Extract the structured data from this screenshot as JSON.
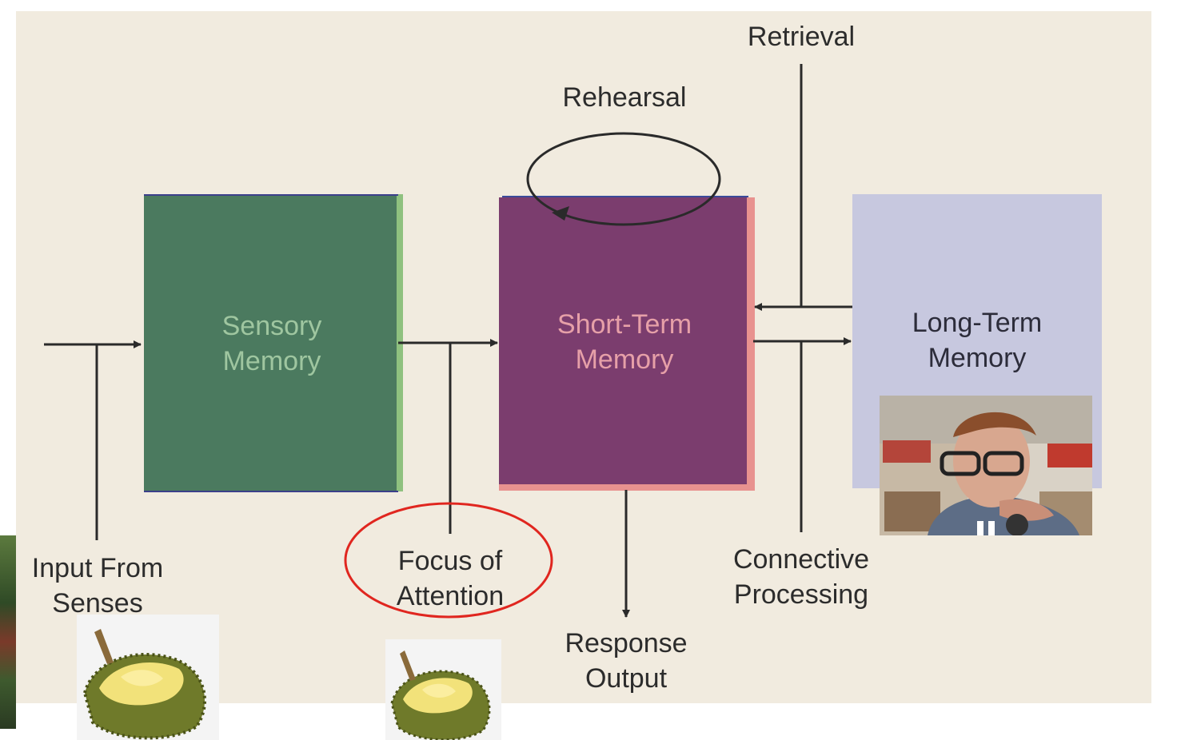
{
  "diagram": {
    "boxes": {
      "sensory": {
        "line1": "Sensory",
        "line2": "Memory"
      },
      "short_term": {
        "line1": "Short-Term",
        "line2": "Memory"
      },
      "long_term": {
        "line1": "Long-Term",
        "line2": "Memory"
      }
    },
    "labels": {
      "input_line1": "Input From",
      "input_line2": "Senses",
      "focus_line1": "Focus of",
      "focus_line2": "Attention",
      "rehearsal": "Rehearsal",
      "retrieval": "Retrieval",
      "response_line1": "Response",
      "response_line2": "Output",
      "connective_line1": "Connective",
      "connective_line2": "Processing"
    },
    "colors": {
      "sensory": "#4b7a5f",
      "short_term": "#7b3d6e",
      "long_term": "#c7c8df",
      "highlight_circle": "#e0261f"
    }
  },
  "overlays": {
    "video_controls": "pause-icon",
    "thumbnails": [
      "durian-image",
      "durian-image"
    ]
  }
}
